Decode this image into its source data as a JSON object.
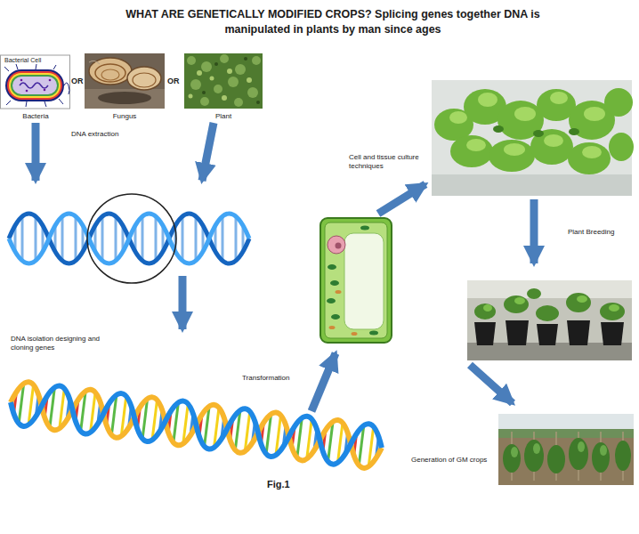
{
  "diagram": {
    "title": "WHAT ARE GENETICALLY MODIFIED CROPS? Splicing genes together DNA is manipulated in plants by man since ages",
    "caption": "Fig.1",
    "nodes": [
      {
        "text": [
          "Bacteria"
        ]
      },
      {
        "text": [
          "Fungus"
        ]
      },
      {
        "text": [
          "Plant"
        ]
      }
    ],
    "labels": [
      "Bacterial Cell",
      "OR",
      "OR",
      "DNA extraction",
      "DNA isolation designing and cloning genes",
      "Transformation",
      "Cell and tissue culture techniques",
      "Plant Breeding",
      "Generation of GM crops"
    ]
  }
}
